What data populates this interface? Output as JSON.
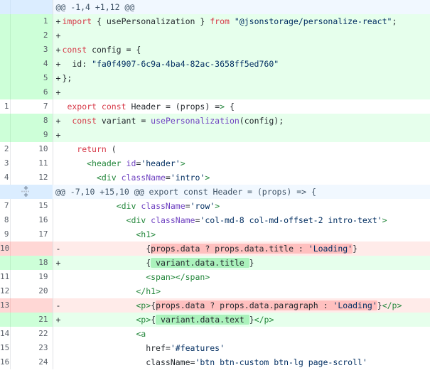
{
  "view": {
    "kind": "unified-diff",
    "colors": {
      "added_row_bg": "#e6ffec",
      "added_gutter_bg": "#cdffd8",
      "added_word_bg": "#abf2bc",
      "removed_row_bg": "#ffebe9",
      "removed_gutter_bg": "#ffd7d5",
      "removed_word_bg": "#ffc0bf",
      "hunk_row_bg": "#f1f8ff",
      "hunk_gutter_bg": "#dbedff",
      "keyword": "#d73a49",
      "tag": "#22863a",
      "attribute": "#6f42c1",
      "string": "#032f62",
      "text": "#24292e",
      "gutter_text": "#5a6069"
    },
    "expand_icon": "expand-hunk-icon"
  },
  "rows": [
    {
      "type": "hunk",
      "old": "",
      "new": "",
      "marker": "",
      "text": "@@ -1,4 +1,12 @@"
    },
    {
      "type": "add",
      "old": "",
      "new": "1",
      "marker": "+",
      "text": "import { usePersonalization } from \"@jsonstorage/personalize-react\";"
    },
    {
      "type": "add",
      "old": "",
      "new": "2",
      "marker": "+",
      "text": ""
    },
    {
      "type": "add",
      "old": "",
      "new": "3",
      "marker": "+",
      "text": "const config = {"
    },
    {
      "type": "add",
      "old": "",
      "new": "4",
      "marker": "+",
      "text": "  id: \"fa0f4907-6c9a-4ba4-82ac-3658ff5ed760\""
    },
    {
      "type": "add",
      "old": "",
      "new": "5",
      "marker": "+",
      "text": "};"
    },
    {
      "type": "add",
      "old": "",
      "new": "6",
      "marker": "+",
      "text": ""
    },
    {
      "type": "ctx",
      "old": "1",
      "new": "7",
      "marker": "",
      "text": " export const Header = (props) => {"
    },
    {
      "type": "add",
      "old": "",
      "new": "8",
      "marker": "+",
      "text": "  const variant = usePersonalization(config);"
    },
    {
      "type": "add",
      "old": "",
      "new": "9",
      "marker": "+",
      "text": ""
    },
    {
      "type": "ctx",
      "old": "2",
      "new": "10",
      "marker": "",
      "text": "   return ("
    },
    {
      "type": "ctx",
      "old": "3",
      "new": "11",
      "marker": "",
      "text": "     <header id='header'>"
    },
    {
      "type": "ctx",
      "old": "4",
      "new": "12",
      "marker": "",
      "text": "       <div className='intro'>"
    },
    {
      "type": "hunk",
      "old": "",
      "new": "",
      "marker": "",
      "text": "@@ -7,10 +15,10 @@ export const Header = (props) => {",
      "expandable": true
    },
    {
      "type": "ctx",
      "old": "7",
      "new": "15",
      "marker": "",
      "text": "           <div className='row'>"
    },
    {
      "type": "ctx",
      "old": "8",
      "new": "16",
      "marker": "",
      "text": "             <div className='col-md-8 col-md-offset-2 intro-text'>"
    },
    {
      "type": "ctx",
      "old": "9",
      "new": "17",
      "marker": "",
      "text": "               <h1>"
    },
    {
      "type": "del",
      "old": "10",
      "new": "",
      "marker": "-",
      "text": "                 {props.data ? props.data.title : 'Loading'}",
      "word_highlight": "props.data ? props.data.title : 'Loading'"
    },
    {
      "type": "add",
      "old": "",
      "new": "18",
      "marker": "+",
      "text": "                 { variant.data.title }",
      "word_highlight": " variant.data.title "
    },
    {
      "type": "ctx",
      "old": "11",
      "new": "19",
      "marker": "",
      "text": "                 <span></span>"
    },
    {
      "type": "ctx",
      "old": "12",
      "new": "20",
      "marker": "",
      "text": "               </h1>"
    },
    {
      "type": "del",
      "old": "13",
      "new": "",
      "marker": "-",
      "text": "               <p>{props.data ? props.data.paragraph : 'Loading'}</p>",
      "word_highlight": "props.data ? props.data.paragraph : 'Loading'"
    },
    {
      "type": "add",
      "old": "",
      "new": "21",
      "marker": "+",
      "text": "               <p>{ variant.data.text }</p>",
      "word_highlight": " variant.data.text "
    },
    {
      "type": "ctx",
      "old": "14",
      "new": "22",
      "marker": "",
      "text": "               <a"
    },
    {
      "type": "ctx",
      "old": "15",
      "new": "23",
      "marker": "",
      "text": "                 href='#features'"
    },
    {
      "type": "ctx",
      "old": "16",
      "new": "24",
      "marker": "",
      "text": "                 className='btn btn-custom btn-lg page-scroll'"
    }
  ]
}
